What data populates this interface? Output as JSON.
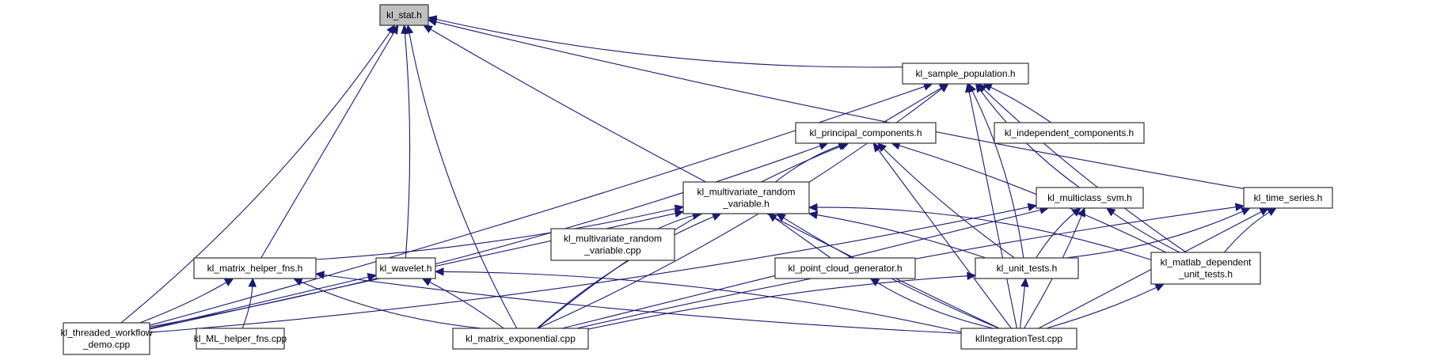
{
  "graph": {
    "title": "kl_stat.h include dependency graph",
    "colors": {
      "edge": "#191970",
      "root_fill": "#bfbfbf",
      "node_fill": "#ffffff",
      "border": "#333333"
    },
    "root": "kl_stat",
    "nodes": [
      {
        "id": "kl_stat",
        "lines": [
          "kl_stat.h"
        ]
      },
      {
        "id": "kl_sample_population",
        "lines": [
          "kl_sample_population.h"
        ]
      },
      {
        "id": "kl_principal_components",
        "lines": [
          "kl_principal_components.h"
        ]
      },
      {
        "id": "kl_independent_components",
        "lines": [
          "kl_independent_components.h"
        ]
      },
      {
        "id": "kl_multivariate_random_variable_h",
        "lines": [
          "kl_multivariate_random",
          "_variable.h"
        ]
      },
      {
        "id": "kl_multiclass_svm",
        "lines": [
          "kl_multiclass_svm.h"
        ]
      },
      {
        "id": "kl_time_series",
        "lines": [
          "kl_time_series.h"
        ]
      },
      {
        "id": "kl_matrix_helper_fns",
        "lines": [
          "kl_matrix_helper_fns.h"
        ]
      },
      {
        "id": "kl_wavelet",
        "lines": [
          "kl_wavelet.h"
        ]
      },
      {
        "id": "kl_multivariate_random_variable_cpp",
        "lines": [
          "kl_multivariate_random",
          "_variable.cpp"
        ]
      },
      {
        "id": "kl_point_cloud_generator",
        "lines": [
          "kl_point_cloud_generator.h"
        ]
      },
      {
        "id": "kl_unit_tests",
        "lines": [
          "kl_unit_tests.h"
        ]
      },
      {
        "id": "kl_matlab_dependent_unit_tests",
        "lines": [
          "kl_matlab_dependent",
          "_unit_tests.h"
        ]
      },
      {
        "id": "kl_threaded_workflow_demo",
        "lines": [
          "kl_threaded_workflow",
          "_demo.cpp"
        ]
      },
      {
        "id": "kl_ML_helper_fns",
        "lines": [
          "kl_ML_helper_fns.cpp"
        ]
      },
      {
        "id": "kl_matrix_exponential",
        "lines": [
          "kl_matrix_exponential.cpp"
        ]
      },
      {
        "id": "klIntegrationTest",
        "lines": [
          "klIntegrationTest.cpp"
        ]
      }
    ],
    "edges": [
      {
        "from": "kl_sample_population",
        "to": "kl_stat"
      },
      {
        "from": "kl_time_series",
        "to": "kl_stat"
      },
      {
        "from": "kl_matrix_helper_fns",
        "to": "kl_stat"
      },
      {
        "from": "kl_wavelet",
        "to": "kl_stat"
      },
      {
        "from": "kl_threaded_workflow_demo",
        "to": "kl_stat"
      },
      {
        "from": "kl_matrix_exponential",
        "to": "kl_stat"
      },
      {
        "from": "klIntegrationTest",
        "to": "kl_stat"
      },
      {
        "from": "kl_principal_components",
        "to": "kl_sample_population"
      },
      {
        "from": "kl_independent_components",
        "to": "kl_sample_population"
      },
      {
        "from": "kl_unit_tests",
        "to": "kl_sample_population"
      },
      {
        "from": "kl_multiclass_svm",
        "to": "kl_sample_population"
      },
      {
        "from": "kl_matlab_dependent_unit_tests",
        "to": "kl_sample_population"
      },
      {
        "from": "klIntegrationTest",
        "to": "kl_sample_population"
      },
      {
        "from": "kl_threaded_workflow_demo",
        "to": "kl_sample_population"
      },
      {
        "from": "kl_matrix_exponential",
        "to": "kl_sample_population"
      },
      {
        "from": "kl_multivariate_random_variable_h",
        "to": "kl_principal_components"
      },
      {
        "from": "kl_unit_tests",
        "to": "kl_principal_components"
      },
      {
        "from": "klIntegrationTest",
        "to": "kl_principal_components"
      },
      {
        "from": "kl_matlab_dependent_unit_tests",
        "to": "kl_principal_components"
      },
      {
        "from": "kl_threaded_workflow_demo",
        "to": "kl_principal_components"
      },
      {
        "from": "kl_matrix_exponential",
        "to": "kl_principal_components"
      },
      {
        "from": "kl_multivariate_random_variable_cpp",
        "to": "kl_multivariate_random_variable_h"
      },
      {
        "from": "kl_point_cloud_generator",
        "to": "kl_multivariate_random_variable_h"
      },
      {
        "from": "kl_unit_tests",
        "to": "kl_multivariate_random_variable_h"
      },
      {
        "from": "kl_matlab_dependent_unit_tests",
        "to": "kl_multivariate_random_variable_h"
      },
      {
        "from": "kl_matrix_exponential",
        "to": "kl_multivariate_random_variable_h"
      },
      {
        "from": "klIntegrationTest",
        "to": "kl_multivariate_random_variable_h"
      },
      {
        "from": "kl_threaded_workflow_demo",
        "to": "kl_multivariate_random_variable_h"
      },
      {
        "from": "kl_matrix_helper_fns",
        "to": "kl_multivariate_random_variable_h"
      },
      {
        "from": "kl_threaded_workflow_demo",
        "to": "kl_multiclass_svm"
      },
      {
        "from": "kl_unit_tests",
        "to": "kl_multiclass_svm"
      },
      {
        "from": "kl_matlab_dependent_unit_tests",
        "to": "kl_multiclass_svm"
      },
      {
        "from": "kl_matrix_exponential",
        "to": "kl_multiclass_svm"
      },
      {
        "from": "klIntegrationTest",
        "to": "kl_multiclass_svm"
      },
      {
        "from": "kl_unit_tests",
        "to": "kl_time_series"
      },
      {
        "from": "kl_matlab_dependent_unit_tests",
        "to": "kl_time_series"
      },
      {
        "from": "kl_matrix_exponential",
        "to": "kl_time_series"
      },
      {
        "from": "klIntegrationTest",
        "to": "kl_time_series"
      },
      {
        "from": "kl_threaded_workflow_demo",
        "to": "kl_matrix_helper_fns"
      },
      {
        "from": "kl_ML_helper_fns",
        "to": "kl_matrix_helper_fns"
      },
      {
        "from": "kl_matrix_exponential",
        "to": "kl_matrix_helper_fns"
      },
      {
        "from": "klIntegrationTest",
        "to": "kl_matrix_helper_fns"
      },
      {
        "from": "kl_threaded_workflow_demo",
        "to": "kl_wavelet"
      },
      {
        "from": "kl_matrix_exponential",
        "to": "kl_wavelet"
      },
      {
        "from": "klIntegrationTest",
        "to": "kl_wavelet"
      },
      {
        "from": "klIntegrationTest",
        "to": "kl_point_cloud_generator"
      },
      {
        "from": "kl_matrix_exponential",
        "to": "kl_unit_tests"
      },
      {
        "from": "klIntegrationTest",
        "to": "kl_unit_tests"
      },
      {
        "from": "klIntegrationTest",
        "to": "kl_matlab_dependent_unit_tests"
      }
    ]
  }
}
